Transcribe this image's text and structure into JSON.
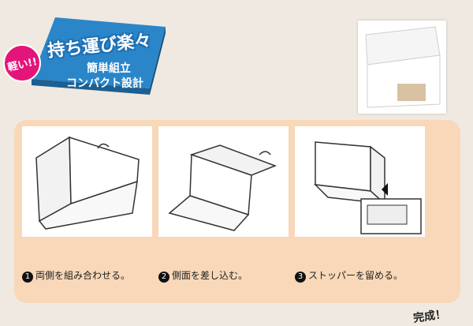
{
  "header": {
    "pink_badge": "軽い!!",
    "headline": "持ち運び楽々",
    "tagline_1": "簡単組立",
    "tagline_2": "コンパクト設計"
  },
  "steps": [
    {
      "number": "1",
      "caption": "両側を組み合わせる。"
    },
    {
      "number": "2",
      "caption": "側面を差し込む。"
    },
    {
      "number": "3",
      "caption": "ストッパーを留める。"
    }
  ],
  "done_label": "完成！"
}
